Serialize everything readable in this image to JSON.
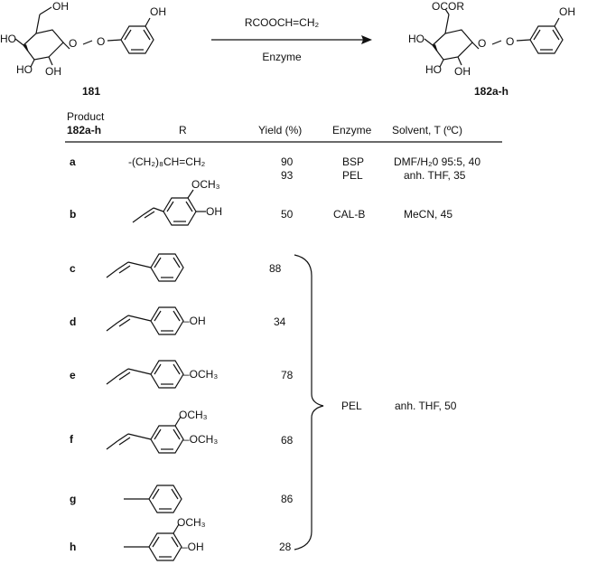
{
  "reaction": {
    "reagent": "RCOOCH=CH₂",
    "catalyst": "Enzyme",
    "start_label": "181",
    "product_label": "182a-h"
  },
  "table": {
    "header": {
      "product_top": "Product",
      "product": "182a-h",
      "r": "R",
      "yield": "Yield (%)",
      "enzyme": "Enzyme",
      "solvent": "Solvent, T (ºC)"
    },
    "rows": [
      {
        "id": "a",
        "r_text": "-(CH₂)₈CH=CH₂",
        "yields": [
          "90",
          "93"
        ],
        "enzymes": [
          "BSP",
          "PEL"
        ],
        "solvents": [
          "DMF/H₂0 95:5, 40",
          "anh. THF, 35"
        ]
      },
      {
        "id": "b",
        "yields": [
          "50"
        ],
        "enzymes": [
          "CAL-B"
        ],
        "solvents": [
          "MeCN, 45"
        ]
      },
      {
        "id": "c",
        "yields": [
          "88"
        ]
      },
      {
        "id": "d",
        "yields": [
          "34"
        ]
      },
      {
        "id": "e",
        "yields": [
          "78"
        ]
      },
      {
        "id": "f",
        "yields": [
          "68"
        ]
      },
      {
        "id": "g",
        "yields": [
          "86"
        ]
      },
      {
        "id": "h",
        "yields": [
          "28"
        ]
      }
    ],
    "group": {
      "enzyme": "PEL",
      "solvent": "anh. THF, 50"
    }
  },
  "structure_labels": {
    "oh": "OH",
    "ho": "HO",
    "o": "O",
    "ocor": "OCOR",
    "och3": "OCH₃",
    "o_ch3": "–OCH₃",
    "o_h": "–OH"
  }
}
